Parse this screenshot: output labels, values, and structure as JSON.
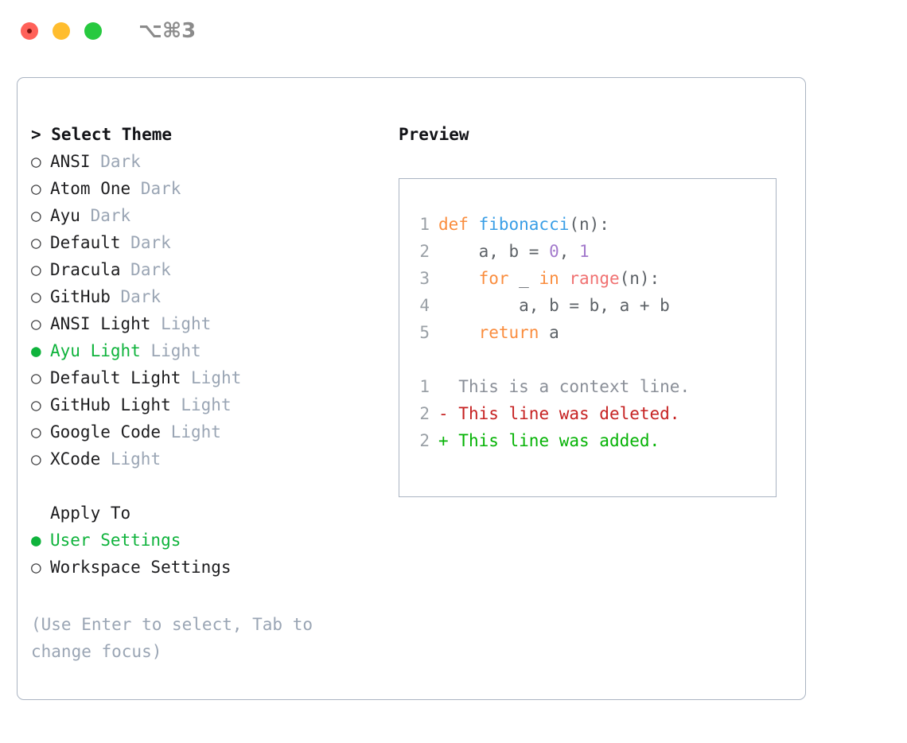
{
  "window": {
    "shortcut": "⌥⌘3",
    "traffic_lights": [
      "close-red",
      "minimize-yellow",
      "zoom-green"
    ]
  },
  "theme_panel": {
    "header": "> Select Theme",
    "items": [
      {
        "bullet": "○",
        "label": "ANSI",
        "tag": "Dark",
        "selected": false
      },
      {
        "bullet": "○",
        "label": "Atom One",
        "tag": "Dark",
        "selected": false
      },
      {
        "bullet": "○",
        "label": "Ayu",
        "tag": "Dark",
        "selected": false
      },
      {
        "bullet": "○",
        "label": "Default",
        "tag": "Dark",
        "selected": false
      },
      {
        "bullet": "○",
        "label": "Dracula",
        "tag": "Dark",
        "selected": false
      },
      {
        "bullet": "○",
        "label": "GitHub",
        "tag": "Dark",
        "selected": false
      },
      {
        "bullet": "○",
        "label": "ANSI Light",
        "tag": "Light",
        "selected": false
      },
      {
        "bullet": "●",
        "label": "Ayu Light",
        "tag": "Light",
        "selected": true
      },
      {
        "bullet": "○",
        "label": "Default Light",
        "tag": "Light",
        "selected": false
      },
      {
        "bullet": "○",
        "label": "GitHub Light",
        "tag": "Light",
        "selected": false
      },
      {
        "bullet": "○",
        "label": "Google Code",
        "tag": "Light",
        "selected": false
      },
      {
        "bullet": "○",
        "label": "XCode",
        "tag": "Light",
        "selected": false
      }
    ]
  },
  "apply_to": {
    "header": "Apply To",
    "items": [
      {
        "bullet": "●",
        "label": "User Settings",
        "selected": true
      },
      {
        "bullet": "○",
        "label": "Workspace Settings",
        "selected": false
      }
    ]
  },
  "hint": "(Use Enter to select, Tab to change focus)",
  "preview": {
    "title": "Preview",
    "code_lines": [
      {
        "n": "1",
        "segments": [
          {
            "t": "def ",
            "c": "kw"
          },
          {
            "t": "fibonacci",
            "c": "fn"
          },
          {
            "t": "(n):",
            "c": "plaincode"
          }
        ]
      },
      {
        "n": "2",
        "segments": [
          {
            "t": "    a, b = ",
            "c": "plaincode"
          },
          {
            "t": "0",
            "c": "num"
          },
          {
            "t": ", ",
            "c": "plaincode"
          },
          {
            "t": "1",
            "c": "num"
          }
        ]
      },
      {
        "n": "3",
        "segments": [
          {
            "t": "    ",
            "c": "plaincode"
          },
          {
            "t": "for",
            "c": "kw"
          },
          {
            "t": " _ ",
            "c": "plaincode"
          },
          {
            "t": "in",
            "c": "kw"
          },
          {
            "t": " ",
            "c": "plaincode"
          },
          {
            "t": "range",
            "c": "builtin"
          },
          {
            "t": "(n):",
            "c": "plaincode"
          }
        ]
      },
      {
        "n": "4",
        "segments": [
          {
            "t": "        a, b = b, a + b",
            "c": "plaincode"
          }
        ]
      },
      {
        "n": "5",
        "segments": [
          {
            "t": "    ",
            "c": "plaincode"
          },
          {
            "t": "return",
            "c": "kw"
          },
          {
            "t": " a",
            "c": "plaincode"
          }
        ]
      }
    ],
    "diff_lines": [
      {
        "n": "1",
        "marker": "  ",
        "text": "This is a context line.",
        "kind": "ctx"
      },
      {
        "n": "2",
        "marker": "- ",
        "text": "This line was deleted.",
        "kind": "del"
      },
      {
        "n": "2",
        "marker": "+ ",
        "text": "This line was added.",
        "kind": "add"
      }
    ]
  },
  "colors": {
    "accent_green": "#0fb33c",
    "tag_gray": "#9aa5b4",
    "border": "#aab4c2",
    "kw_orange": "#fa8d3e",
    "fn_blue": "#399ee6",
    "num_purple": "#a37acc",
    "builtin_red": "#f07171",
    "diff_del": "#c62222",
    "diff_add": "#06b306"
  }
}
